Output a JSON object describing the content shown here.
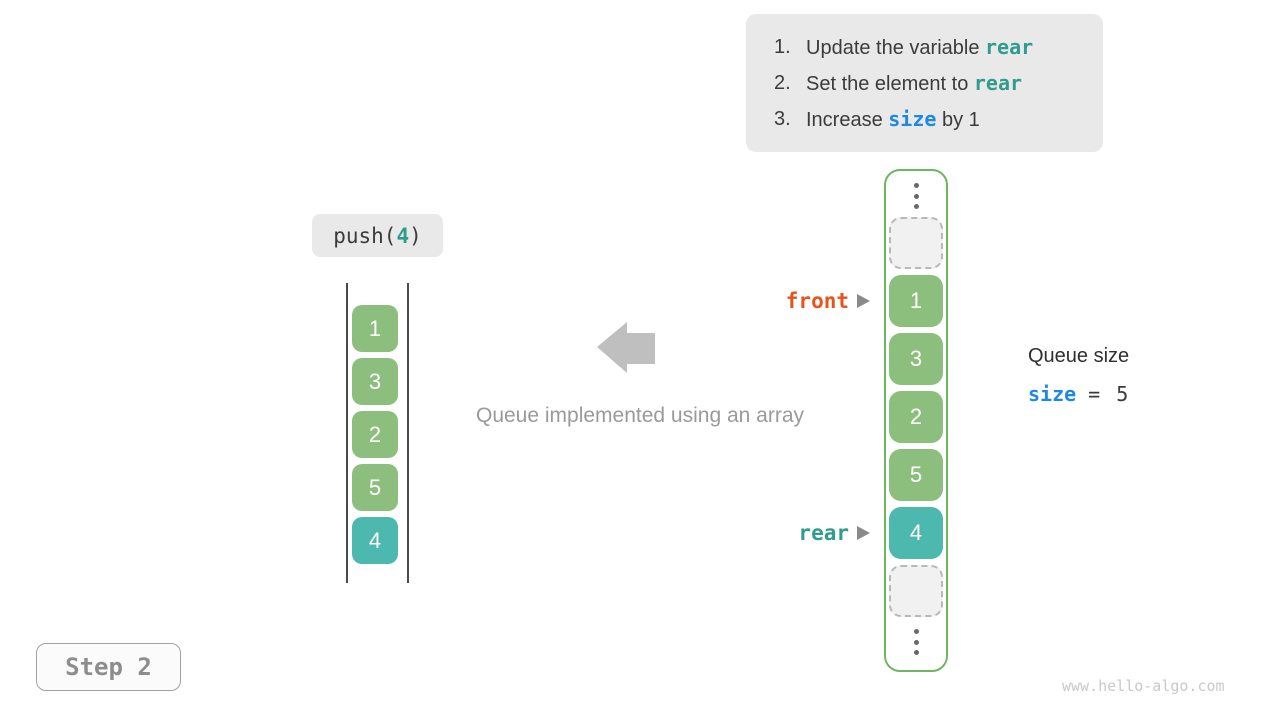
{
  "colors": {
    "teal_code": "#2f9c8c",
    "blue_code": "#1e88e5",
    "orange_code": "#e8531c",
    "cell_green": "#8cbf7e",
    "cell_teal": "#4db9ae",
    "container_green": "#6cb85f",
    "arrow_gray": "#bfbfbf",
    "panel_gray": "#e9e9e9"
  },
  "steps_panel": {
    "items": [
      {
        "num": "1.",
        "pre": "Update the variable ",
        "code": "rear",
        "post": "",
        "code_style": "teal"
      },
      {
        "num": "2.",
        "pre": "Set the element to ",
        "code": "rear",
        "post": "",
        "code_style": "teal"
      },
      {
        "num": "3.",
        "pre": "Increase ",
        "code": "size",
        "post": " by 1",
        "code_style": "blue"
      }
    ]
  },
  "operation_label": {
    "fn": "push(",
    "arg": "4",
    "close": ")"
  },
  "stack": {
    "cells": [
      {
        "value": "1",
        "type": "green"
      },
      {
        "value": "3",
        "type": "green"
      },
      {
        "value": "2",
        "type": "green"
      },
      {
        "value": "5",
        "type": "green"
      },
      {
        "value": "4",
        "type": "teal"
      }
    ]
  },
  "center": {
    "caption": "Queue implemented using an array"
  },
  "array_panel": {
    "cells": [
      {
        "value": "",
        "type": "empty"
      },
      {
        "value": "1",
        "type": "green"
      },
      {
        "value": "3",
        "type": "green"
      },
      {
        "value": "2",
        "type": "green"
      },
      {
        "value": "5",
        "type": "green"
      },
      {
        "value": "4",
        "type": "teal"
      },
      {
        "value": "",
        "type": "empty"
      }
    ],
    "pointers": [
      {
        "label": "front",
        "color": "orange"
      },
      {
        "label": "rear",
        "color": "teal"
      }
    ]
  },
  "queue_size": {
    "title": "Queue size",
    "var": "size",
    "equals": "=",
    "value": "5"
  },
  "step_badge": {
    "label": "Step 2"
  },
  "watermark": "www.hello-algo.com"
}
